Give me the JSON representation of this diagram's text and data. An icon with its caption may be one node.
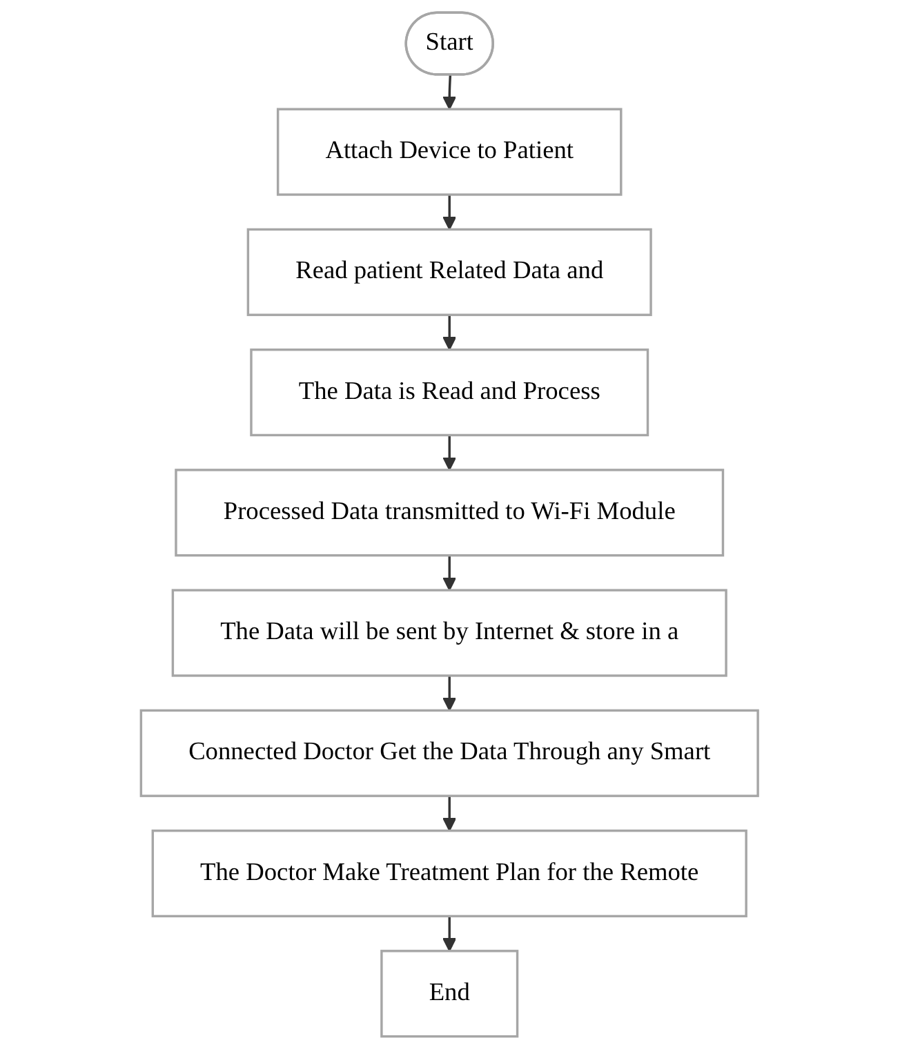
{
  "diagram": {
    "nodes": [
      {
        "text": [
          "Start"
        ]
      },
      {
        "text": [
          "Attach Device to Patient"
        ]
      },
      {
        "text": [
          "Read patient Related Data and"
        ]
      },
      {
        "text": [
          "The Data is Read and Process"
        ]
      },
      {
        "text": [
          "Processed Data transmitted to Wi-Fi Module"
        ]
      },
      {
        "text": [
          "The Data will be sent by Internet & store in a"
        ]
      },
      {
        "text": [
          "Connected Doctor Get the Data Through any Smart"
        ]
      },
      {
        "text": [
          "The Doctor Make Treatment Plan for the Remote"
        ]
      },
      {
        "text": [
          "End"
        ]
      }
    ],
    "edges": [
      {
        "from": 0,
        "to": 1,
        "arrow": "to"
      },
      {
        "from": 1,
        "to": 2,
        "arrow": "to"
      },
      {
        "from": 2,
        "to": 3,
        "arrow": "to"
      },
      {
        "from": 3,
        "to": 4,
        "arrow": "to"
      },
      {
        "from": 4,
        "to": 5,
        "arrow": "to"
      },
      {
        "from": 5,
        "to": 6,
        "arrow": "to"
      },
      {
        "from": 6,
        "to": 7,
        "arrow": "to"
      },
      {
        "from": 7,
        "to": 8,
        "arrow": "to"
      }
    ]
  }
}
